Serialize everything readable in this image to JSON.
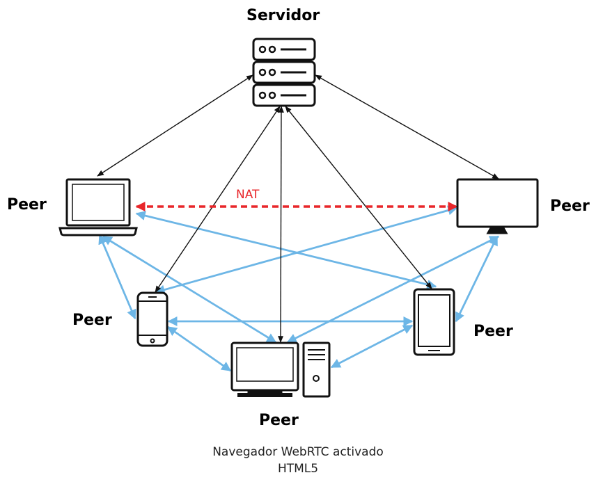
{
  "labels": {
    "server": "Servidor",
    "peer_laptop": "Peer",
    "peer_monitor": "Peer",
    "peer_phone": "Peer",
    "peer_tablet": "Peer",
    "peer_desktop": "Peer",
    "nat": "NAT"
  },
  "caption": {
    "line1": "Navegador WebRTC activado",
    "line2": "HTML5"
  },
  "nodes": [
    {
      "id": "server",
      "icon": "server-icon"
    },
    {
      "id": "laptop",
      "icon": "laptop-icon"
    },
    {
      "id": "monitor",
      "icon": "monitor-icon"
    },
    {
      "id": "phone",
      "icon": "smartphone-icon"
    },
    {
      "id": "tablet",
      "icon": "tablet-icon"
    },
    {
      "id": "desktop",
      "icon": "desktop-computer-icon"
    }
  ],
  "edges": [
    {
      "from": "server",
      "to": "laptop",
      "type": "signaling"
    },
    {
      "from": "server",
      "to": "monitor",
      "type": "signaling"
    },
    {
      "from": "server",
      "to": "phone",
      "type": "signaling"
    },
    {
      "from": "server",
      "to": "desktop",
      "type": "signaling"
    },
    {
      "from": "server",
      "to": "tablet",
      "type": "signaling"
    },
    {
      "from": "laptop",
      "to": "monitor",
      "type": "nat"
    },
    {
      "from": "laptop",
      "to": "phone",
      "type": "p2p"
    },
    {
      "from": "laptop",
      "to": "desktop",
      "type": "p2p"
    },
    {
      "from": "laptop",
      "to": "tablet",
      "type": "p2p"
    },
    {
      "from": "monitor",
      "to": "phone",
      "type": "p2p"
    },
    {
      "from": "monitor",
      "to": "desktop",
      "type": "p2p"
    },
    {
      "from": "monitor",
      "to": "tablet",
      "type": "p2p"
    },
    {
      "from": "phone",
      "to": "tablet",
      "type": "p2p"
    },
    {
      "from": "phone",
      "to": "desktop",
      "type": "p2p"
    },
    {
      "from": "desktop",
      "to": "tablet",
      "type": "p2p"
    }
  ],
  "colors": {
    "signaling": "#111111",
    "p2p": "#6db6e6",
    "nat": "#e8262a"
  }
}
